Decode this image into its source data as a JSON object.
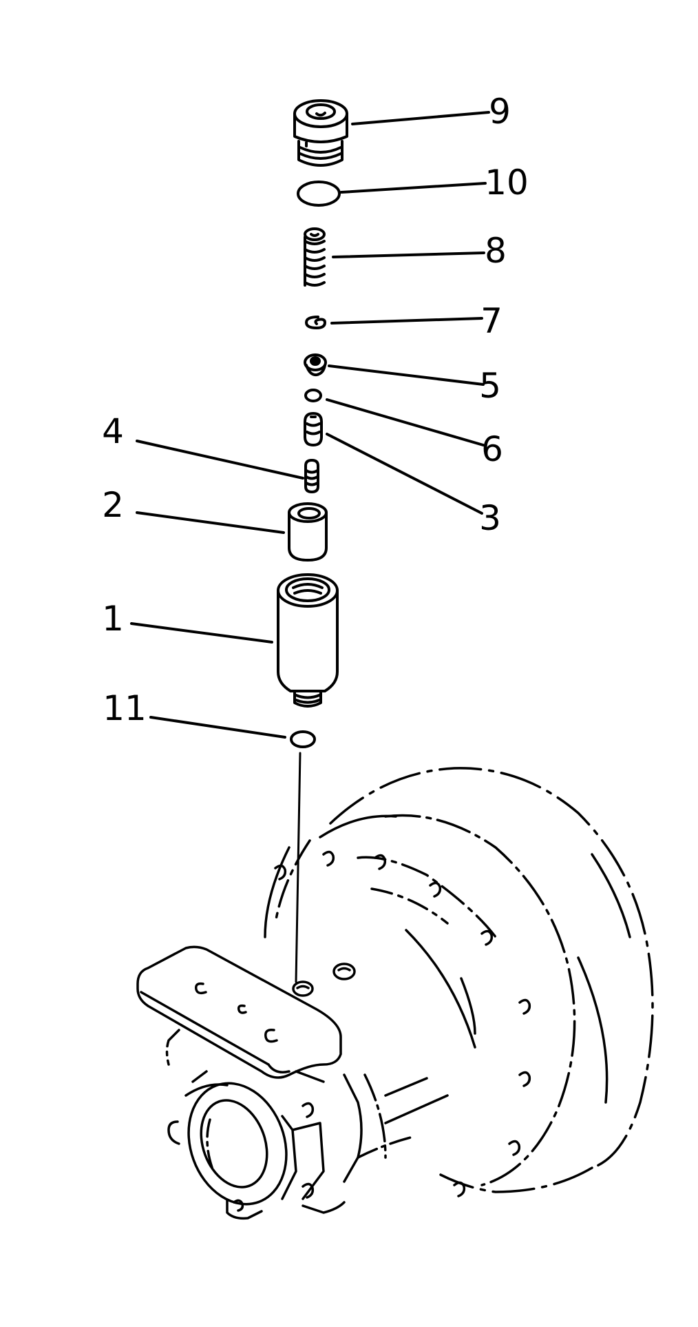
{
  "diagram": {
    "type": "exploded-parts-diagram",
    "subject": "relief valve assembly on final drive / travel motor housing",
    "line_color": "#000000",
    "background": "#ffffff"
  },
  "callouts": [
    {
      "id": "9",
      "label": "9",
      "part": "plug"
    },
    {
      "id": "10",
      "label": "10",
      "part": "o-ring"
    },
    {
      "id": "8",
      "label": "8",
      "part": "spring"
    },
    {
      "id": "7",
      "label": "7",
      "part": "snap-ring"
    },
    {
      "id": "5",
      "label": "5",
      "part": "valve-seat"
    },
    {
      "id": "6",
      "label": "6",
      "part": "o-ring-small"
    },
    {
      "id": "3",
      "label": "3",
      "part": "piston"
    },
    {
      "id": "4",
      "label": "4",
      "part": "spring-small"
    },
    {
      "id": "2",
      "label": "2",
      "part": "sleeve"
    },
    {
      "id": "1",
      "label": "1",
      "part": "valve-body"
    },
    {
      "id": "11",
      "label": "11",
      "part": "o-ring-bottom"
    }
  ]
}
